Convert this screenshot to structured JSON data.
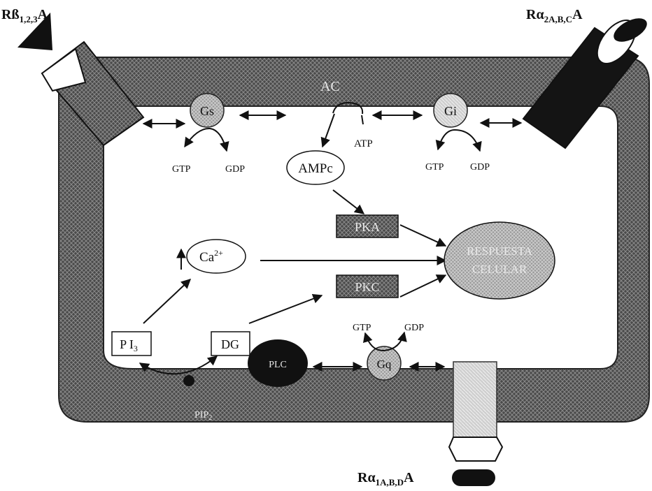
{
  "receptors": {
    "beta": {
      "main": "Rß",
      "sub": "1,2,3",
      "tail": "A"
    },
    "alpha2": {
      "main": "Rα",
      "sub": "2A,B,C",
      "tail": "A"
    },
    "alpha1": {
      "main": "Rα",
      "sub": "1A,B,D",
      "tail": "A"
    }
  },
  "gproteins": {
    "gs": "Gs",
    "gi": "Gi",
    "gq": "Gq"
  },
  "enzymes": {
    "ac": "AC",
    "plc": "PLC",
    "pkc": "PKC",
    "pka": "PKA"
  },
  "messengers": {
    "ampc": "AMPc",
    "ca": "Ca",
    "ca_sup": "2+",
    "pi3": "P I",
    "pi3_sub": "3",
    "dg": "DG",
    "pip2": "PIP",
    "pip2_sub": "2"
  },
  "nucleotides": {
    "atp": "ATP",
    "gtp": "GTP",
    "gdp": "GDP"
  },
  "response": {
    "line1": "RESPUESTA",
    "line2": "CELULAR"
  },
  "colors": {
    "membrane": "#5a5a5a",
    "dark": "#111111",
    "light_box": "#ffffff"
  }
}
